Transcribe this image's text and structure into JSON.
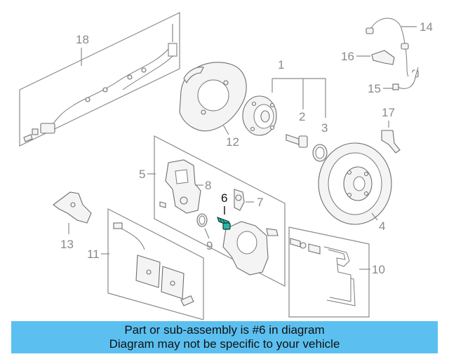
{
  "callouts": {
    "c1": "1",
    "c2": "2",
    "c3": "3",
    "c4": "4",
    "c5": "5",
    "c6": "6",
    "c7": "7",
    "c8": "8",
    "c9": "9",
    "c10": "10",
    "c11": "11",
    "c12": "12",
    "c13": "13",
    "c14": "14",
    "c15": "15",
    "c16": "16",
    "c17": "17",
    "c18": "18"
  },
  "highlight": {
    "part_number": "6",
    "color": "#2bb5a8"
  },
  "banner": {
    "line1": "Part or sub-assembly is #6 in diagram",
    "line2": "Diagram may not be specific to your vehicle",
    "background": "#5bc0f0"
  }
}
